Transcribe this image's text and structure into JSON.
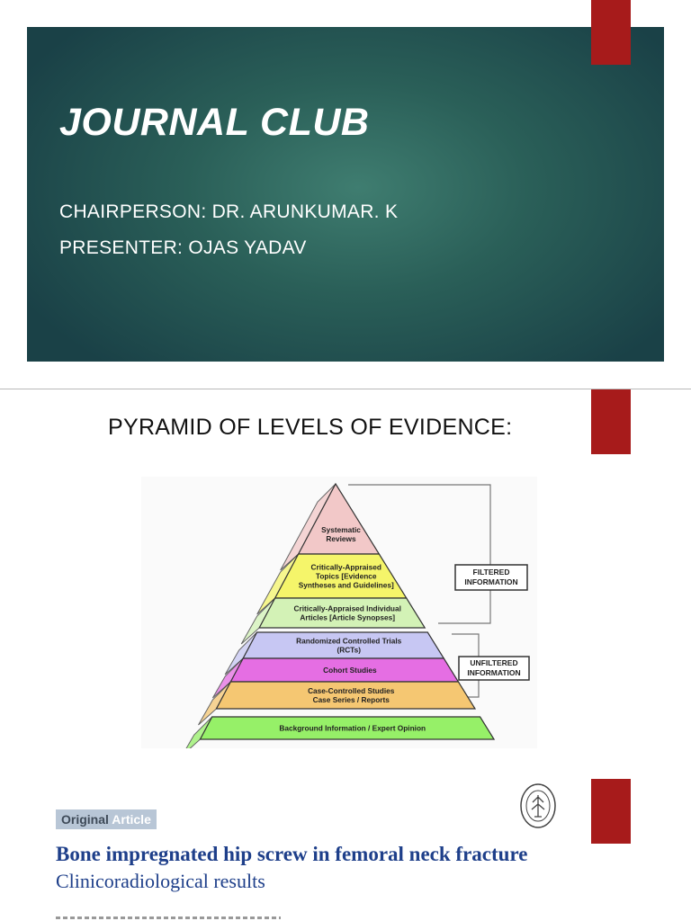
{
  "slide1": {
    "title": "JOURNAL CLUB",
    "chairperson": "CHAIRPERSON: DR. ARUNKUMAR. K",
    "presenter": "PRESENTER: OJAS YADAV"
  },
  "slide2": {
    "heading": "PYRAMID OF LEVELS OF EVIDENCE:",
    "pyramid": {
      "levels": [
        {
          "lines": [
            "Systematic",
            "Reviews"
          ],
          "color": "#f2c8c8"
        },
        {
          "lines": [
            "Critically-Appraised",
            "Topics [Evidence",
            "Syntheses and Guidelines]"
          ],
          "color": "#f5f56a"
        },
        {
          "lines": [
            "Critically-Appraised Individual",
            "Articles [Article Synopses]"
          ],
          "color": "#d3f2b6"
        },
        {
          "lines": [
            "Randomized Controlled Trials",
            "(RCTs)"
          ],
          "color": "#c7c7f3"
        },
        {
          "lines": [
            "Cohort Studies"
          ],
          "color": "#e56ee3"
        },
        {
          "lines": [
            "Case-Controlled Studies",
            "Case Series / Reports"
          ],
          "color": "#f5c772"
        },
        {
          "lines": [
            "Background Information / Expert Opinion"
          ],
          "color": "#96f068"
        }
      ],
      "filtered_label": [
        "FILTERED",
        "INFORMATION"
      ],
      "unfiltered_label": [
        "UNFILTERED",
        "INFORMATION"
      ]
    }
  },
  "slide3": {
    "badge_word1": "Original",
    "badge_word2": "Article",
    "title": "Bone impregnated hip screw in femoral neck fracture",
    "subtitle": "Clinicoradiological results"
  },
  "colors": {
    "accent_red": "#a71b1b",
    "slide_bg_dark": "#1a4147",
    "slide_bg_light": "#3f7d70",
    "paper_title_blue": "#1e3f8a"
  }
}
